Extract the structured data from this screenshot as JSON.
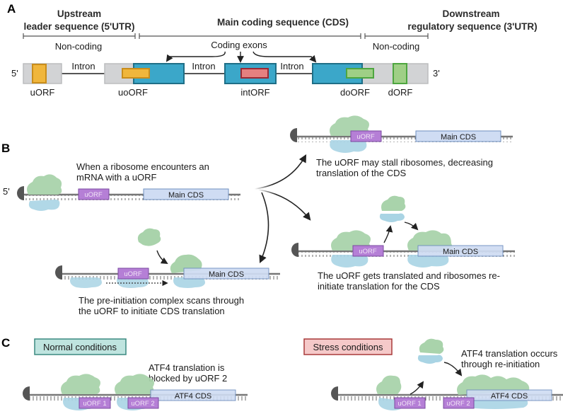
{
  "panels": {
    "a": {
      "label": "A",
      "regions": {
        "upstream_line1": "Upstream",
        "upstream_line2": "leader sequence (5'UTR)",
        "cds": "Main coding sequence (CDS)",
        "downstream_line1": "Downstream",
        "downstream_line2": "regulatory sequence (3'UTR)"
      },
      "noncoding_left": "Non-coding",
      "noncoding_right": "Non-coding",
      "coding_exons": "Coding exons",
      "five_prime": "5'",
      "three_prime": "3'",
      "introns": [
        "Intron",
        "Intron",
        "Intron"
      ],
      "orfs": [
        "uORF",
        "uoORF",
        "intORF",
        "doORF",
        "dORF"
      ]
    },
    "b": {
      "label": "B",
      "five_prime": "5'",
      "intro_line1": "When a ribosome encounters an",
      "intro_line2": "mRNA with a uORF",
      "uorf": "uORF",
      "main_cds": "Main CDS",
      "outcome_stall_line1": "The uORF may stall ribosomes, decreasing",
      "outcome_stall_line2": "translation of the CDS",
      "outcome_reinit_line1": "The uORF gets translated and ribosomes re-",
      "outcome_reinit_line2": "initiate translation for the CDS",
      "outcome_scan_line1": "The pre-initiation complex scans through",
      "outcome_scan_line2": "the uORF to initiate CDS translation"
    },
    "c": {
      "label": "C",
      "normal_title": "Normal conditions",
      "stress_title": "Stress conditions",
      "normal_note_line1": "ATF4 translation is",
      "normal_note_line2": "blocked by uORF 2",
      "stress_note_line1": "ATF4 translation occurs",
      "stress_note_line2": "through re-initiation",
      "uorf1": "uORF 1",
      "uorf2": "uORF 2",
      "atf4_cds": "ATF4 CDS"
    }
  },
  "colors": {
    "exon_blue": "#3ba7c9",
    "exon_border": "#1f6f87",
    "utr_gray": "#d2d3d5",
    "uorf_orange": "#f0b63c",
    "intorf_red": "#e58080",
    "dorf_green": "#9fcf86",
    "uorf_purple": "#b57fd6",
    "cds_light_blue": "#cfdcf3",
    "ribosome_large": "#a9d3ab",
    "ribosome_small": "#a9d4e4",
    "normal_box": "#bfe4df",
    "stress_box": "#f5c9c9"
  }
}
